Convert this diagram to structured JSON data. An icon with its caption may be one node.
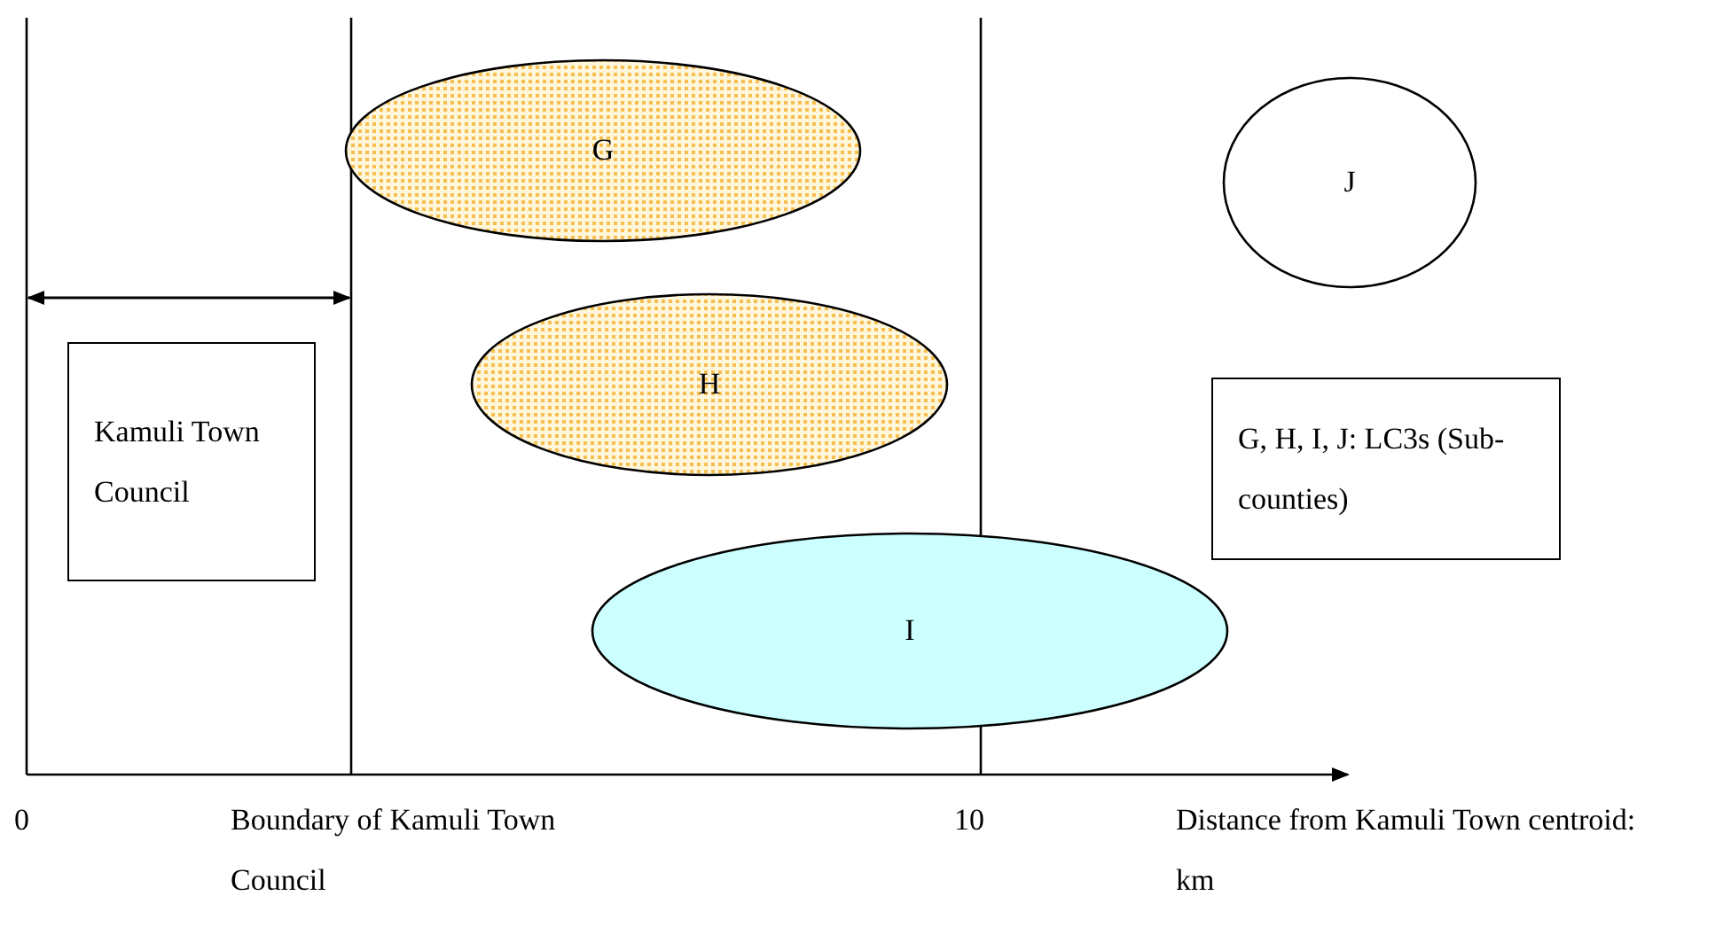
{
  "diagram": {
    "nodes": [
      {
        "text": [
          "G"
        ]
      },
      {
        "text": [
          "J"
        ]
      },
      {
        "text": [
          "H"
        ]
      },
      {
        "text": [
          "Kamuli Town Council"
        ]
      },
      {
        "text": [
          "G, H, I, J: LC3s (Sub-counties)"
        ]
      },
      {
        "text": [
          "I"
        ]
      }
    ],
    "labels": [
      "0",
      "Boundary of Kamuli Town Council",
      "10",
      "Distance from Kamuli Town centroid: km"
    ]
  }
}
